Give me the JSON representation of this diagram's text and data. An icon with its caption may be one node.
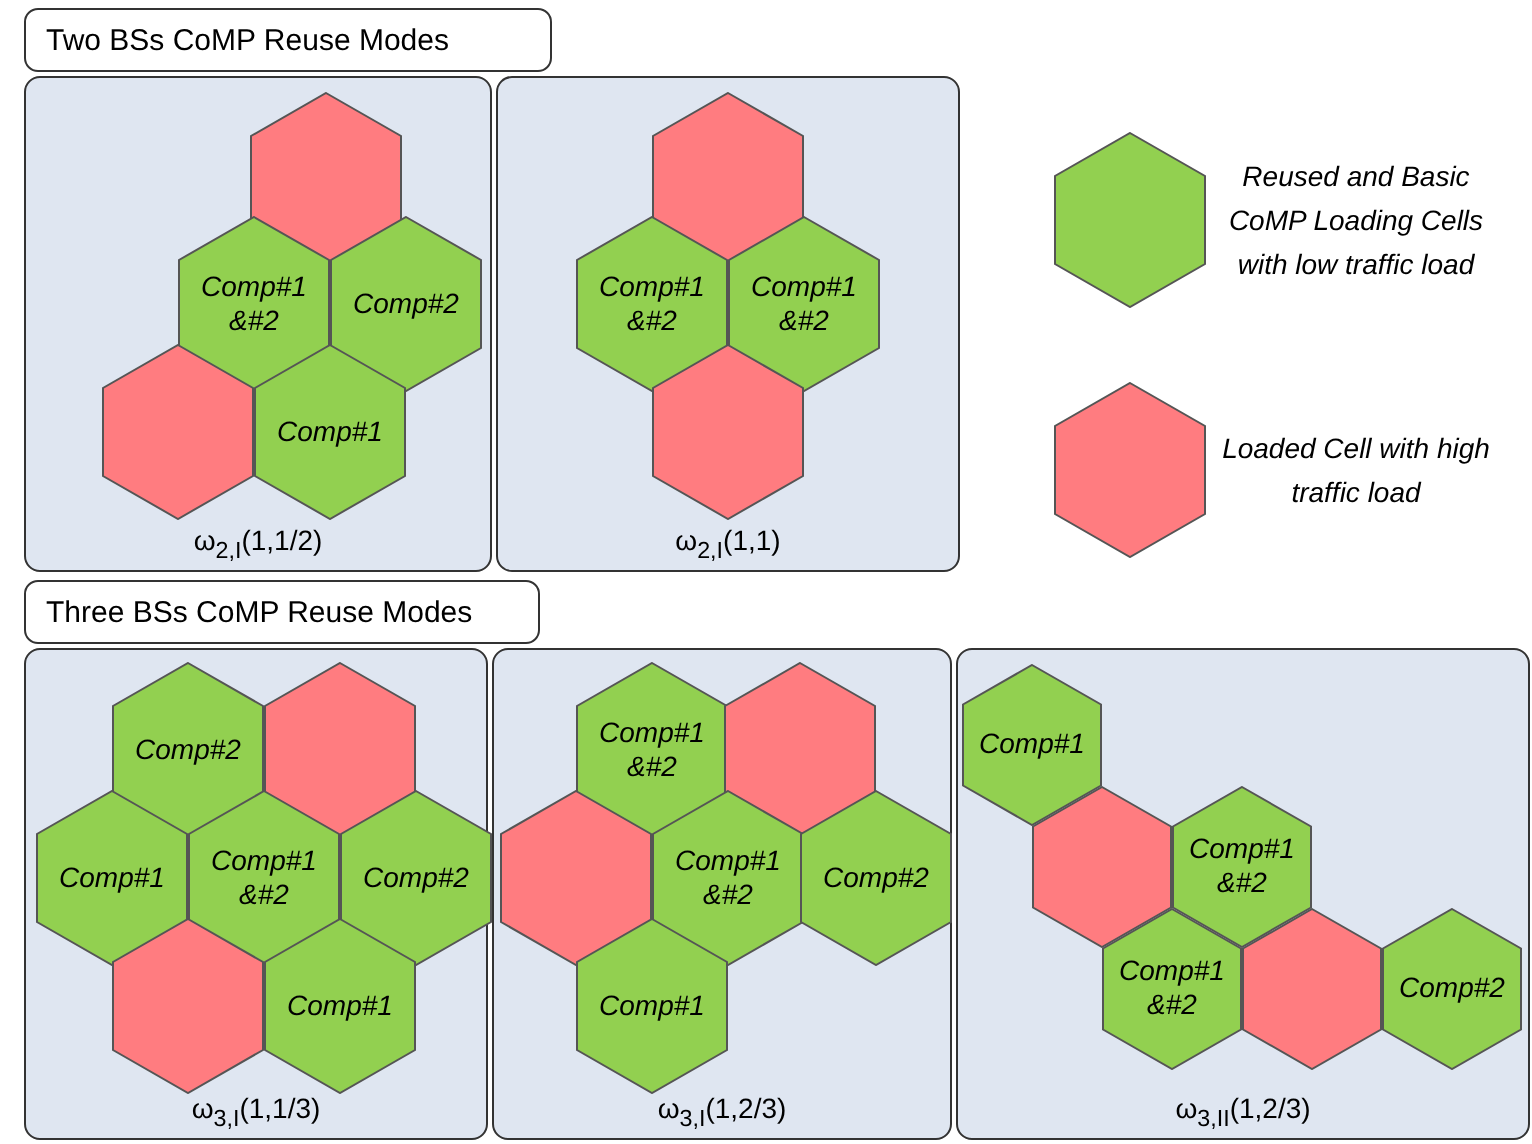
{
  "diagram": {
    "nodes": [
      {
        "text": [
          "Two BSs CoMP Reuse Modes"
        ]
      },
      {
        "text": [
          "ω$_{2,I}$(1,1/2)"
        ]
      },
      {
        "text": [],
        "shape": "hexagon",
        "in": 1
      },
      {
        "text": [
          "Comp#1 &#2"
        ],
        "in": 1
      },
      {
        "text": [
          "Comp#2"
        ],
        "in": 1
      },
      {
        "text": [],
        "shape": "hexagon",
        "in": 1
      },
      {
        "text": [
          "Comp#1"
        ],
        "in": 1
      },
      {
        "text": [
          "ω$_{2,I}$(1,1)"
        ]
      },
      {
        "text": [],
        "shape": "hexagon",
        "in": 7
      },
      {
        "text": [
          "Comp#1 &#2"
        ],
        "in": 7
      },
      {
        "text": [
          "Comp#1 &#2"
        ],
        "in": 7
      },
      {
        "text": [],
        "shape": "hexagon",
        "in": 7
      },
      {
        "text": [
          "Three BSs CoMP Reuse Modes"
        ]
      },
      {
        "text": [
          "ω$_{3,I}$(1,1/3)"
        ]
      },
      {
        "text": [
          "Comp#2"
        ],
        "in": 13
      },
      {
        "text": [],
        "shape": "hexagon",
        "in": 13
      },
      {
        "text": [
          "Comp#1"
        ],
        "in": 13
      },
      {
        "text": [
          "Comp#1 &#2"
        ],
        "in": 13
      },
      {
        "text": [
          "Comp#2"
        ],
        "in": 13
      },
      {
        "text": [],
        "shape": "hexagon",
        "in": 13
      },
      {
        "text": [
          "Comp#1"
        ],
        "in": 13
      },
      {
        "text": [
          "ω$_{3,I}$(1,2/3)"
        ]
      },
      {
        "text": [
          "Comp#1 &#2"
        ],
        "in": 21
      },
      {
        "text": [],
        "shape": "hexagon",
        "in": 21
      },
      {
        "text": [],
        "shape": "hexagon",
        "in": 21
      },
      {
        "text": [
          "Comp#1 &#2"
        ],
        "in": 21
      },
      {
        "text": [
          "Comp#2"
        ],
        "in": 21
      },
      {
        "text": [
          "Comp#1"
        ],
        "in": 21
      },
      {
        "text": [
          "ω$_{3,II}$(1,2/3)"
        ]
      },
      {
        "text": [
          "Comp#1"
        ],
        "in": 28
      },
      {
        "text": [],
        "shape": "hexagon",
        "in": 28
      },
      {
        "text": [
          "Comp#1 &#2"
        ],
        "in": 28
      },
      {
        "text": [
          "Comp#1 &#2"
        ],
        "in": 28
      },
      {
        "text": [],
        "shape": "hexagon",
        "in": 28
      },
      {
        "text": [
          "Comp#2"
        ],
        "in": 28
      }
    ],
    "legend": [
      {
        "text": "Reused and Basic CoMP Loading Cells with low traffic load",
        "color": "#92d050"
      },
      {
        "text": "Loaded Cell with high traffic load",
        "color": "#ff7c80"
      }
    ]
  }
}
